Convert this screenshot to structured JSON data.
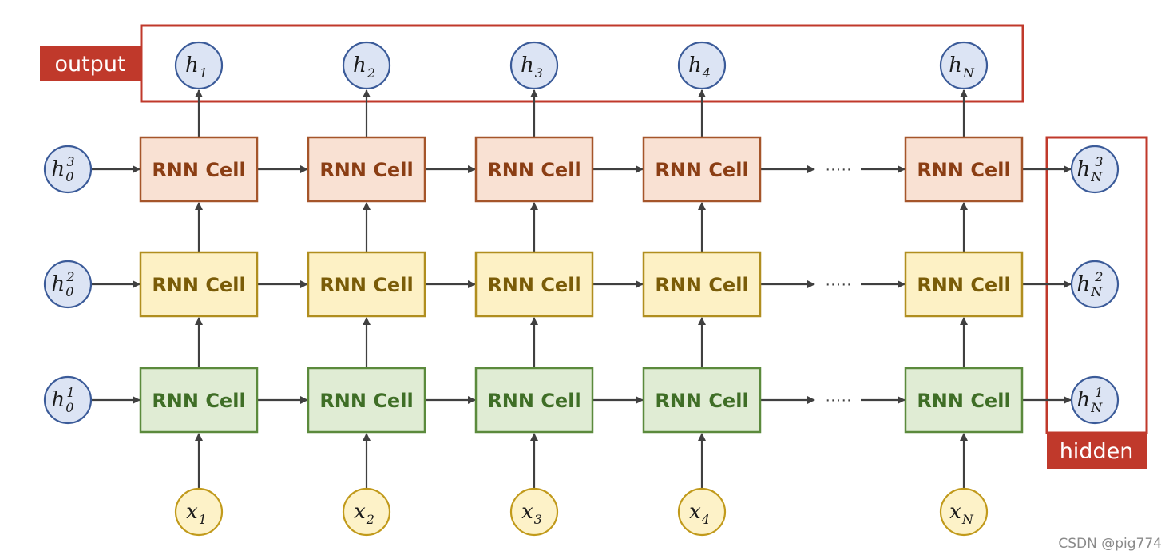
{
  "labels": {
    "output": "output",
    "hidden": "hidden",
    "cell": "RNN Cell",
    "ellipsis": "·····",
    "watermark": "CSDN @pig774"
  },
  "columns": [
    {
      "index": "1"
    },
    {
      "index": "2"
    },
    {
      "index": "3"
    },
    {
      "index": "4"
    },
    {
      "index": "N"
    }
  ],
  "layers": [
    {
      "name": "layer-3",
      "superscript": "3",
      "fill": "#f9e1d3",
      "stroke": "#a5552a",
      "text": "#8b3e14"
    },
    {
      "name": "layer-2",
      "superscript": "2",
      "fill": "#fdf1c5",
      "stroke": "#b08e1f",
      "text": "#7a5c08"
    },
    {
      "name": "layer-1",
      "superscript": "1",
      "fill": "#e0ecd4",
      "stroke": "#5b8a3c",
      "text": "#3f6e26"
    }
  ],
  "symbols": {
    "hidden_state": "h",
    "input": "x",
    "initial_subscript": "0",
    "final_subscript": "N"
  },
  "colors": {
    "hidden_node_fill": "#dce4f4",
    "hidden_node_stroke": "#3b5b99",
    "input_node_fill": "#fdf2c8",
    "input_node_stroke": "#c19a1b",
    "tag": "#c0392b",
    "arrow": "#404040"
  }
}
